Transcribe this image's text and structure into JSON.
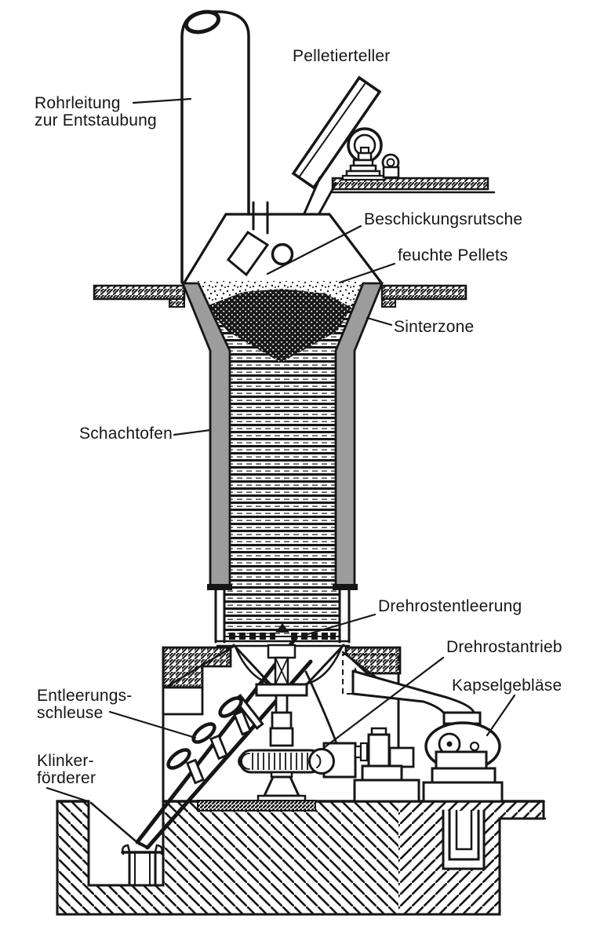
{
  "diagram": {
    "labels": {
      "rohrleitung_line1": "Rohrleitung",
      "rohrleitung_line2": "zur Entstaubung",
      "pelletierteller": "Pelletierteller",
      "beschickungsrutsche": "Beschickungsrutsche",
      "feuchte_pellets": "feuchte Pellets",
      "sinterzone": "Sinterzone",
      "schachtofen": "Schachtofen",
      "drehrostentleerung": "Drehrostentleerung",
      "drehrostantrieb": "Drehrostantrieb",
      "kapselgeblaese": "Kapselgebläse",
      "entleerungsschleuse_line1": "Entleerungs-",
      "entleerungsschleuse_line2": "schleuse",
      "klinkerfoerderer_line1": "Klinker-",
      "klinkerfoerderer_line2": "förderer"
    },
    "colors": {
      "line": "#161616",
      "wall_gray": "#9c9c9c",
      "background": "#ffffff"
    }
  }
}
